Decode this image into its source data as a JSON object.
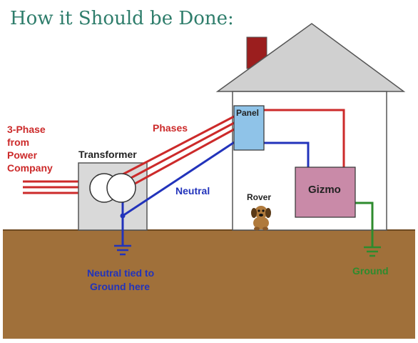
{
  "title": "How it Should be Done:",
  "labels": {
    "source_line1": "3-Phase",
    "source_line2": "from",
    "source_line3": "Power",
    "source_line4": "Company",
    "transformer": "Transformer",
    "phases": "Phases",
    "neutral": "Neutral",
    "panel": "Panel",
    "rover": "Rover",
    "gizmo": "Gizmo",
    "neutral_ground_line1": "Neutral tied to",
    "neutral_ground_line2": "Ground here",
    "ground": "Ground"
  },
  "colors": {
    "phase": "#cc2a2a",
    "neutral": "#2233bb",
    "ground": "#2e8b2e",
    "earth": "#a0703a",
    "panel": "#8fc3e8",
    "gizmo": "#c98aa8",
    "chimney": "#9b1e1e",
    "transformer": "#d9d9d9"
  }
}
